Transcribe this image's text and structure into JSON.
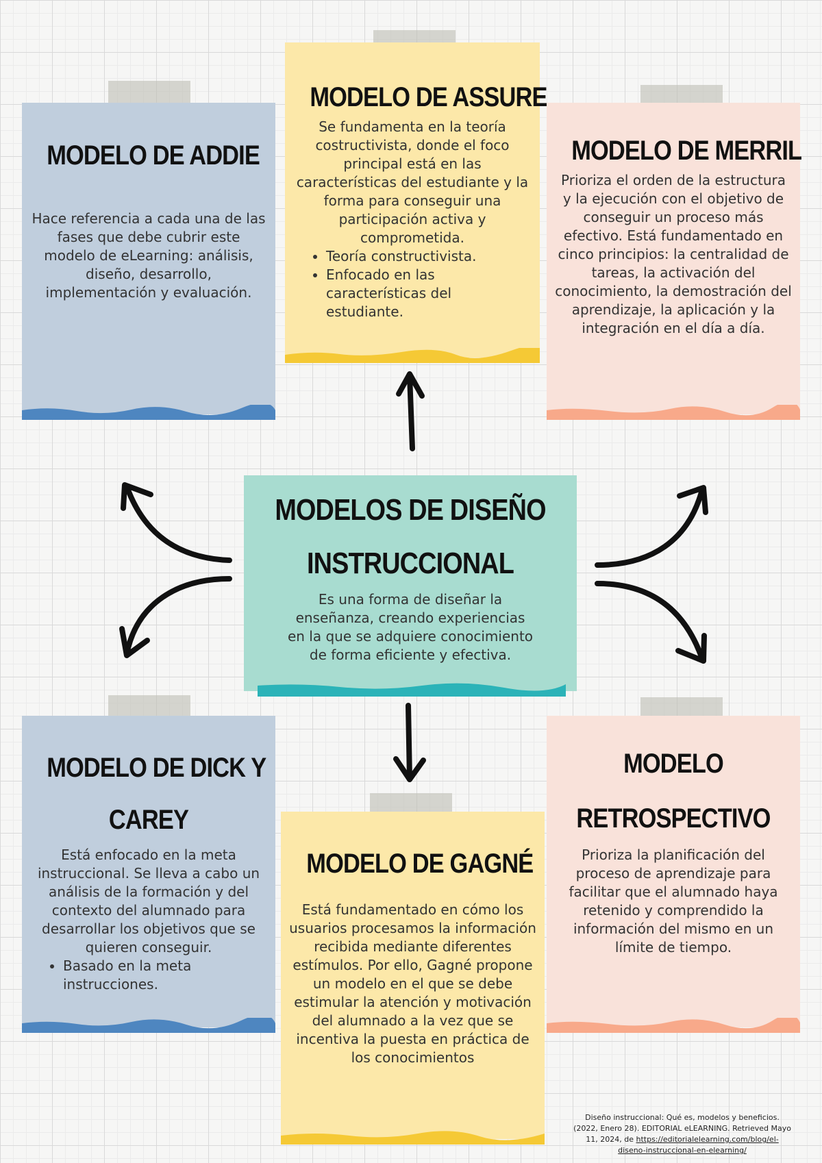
{
  "center": {
    "title": "MODELOS DE DISEÑO INSTRUCCIONAL",
    "text": "Es una forma de diseñar la enseñanza, creando experiencias en la que se adquiere conocimiento de forma eficiente y efectiva.",
    "color": "#a8dcd0"
  },
  "addie": {
    "title": "MODELO DE ADDIE",
    "text": "Hace referencia a cada una de las fases que debe cubrir este modelo de eLearning: análisis, diseño, desarrollo, implementación y evaluación.",
    "color": "#c0cedd"
  },
  "assure": {
    "title": "MODELO DE ASSURE",
    "text": "Se fundamenta en la teoría costructivista, donde el foco principal está en las características del estudiante y la forma para conseguir una participación activa y comprometida.",
    "bullets": [
      "Teoría constructivista.",
      "Enfocado en las características del estudiante."
    ],
    "color": "#fce8a9"
  },
  "merril": {
    "title": "MODELO DE MERRIL",
    "text": "Prioriza el orden de la estructura y la ejecución con el objetivo de conseguir un proceso más efectivo. Está fundamentado en cinco principios: la centralidad de tareas, la activación del conocimiento, la demostración del aprendizaje, la aplicación y la integración en el día a día.",
    "color": "#f9e2da"
  },
  "dick": {
    "title_1": "MODELO DE DICK Y",
    "title_2": "CAREY",
    "text": "Está enfocado en la meta instruccional. Se lleva a cabo un análisis de la formación y del contexto del alumnado para desarrollar los objetivos que se quieren conseguir.",
    "bullets": [
      "Basado en la meta instrucciones."
    ]
  },
  "gagne": {
    "title": "MODELO DE GAGNÉ",
    "text": "Está fundamentado en cómo los usuarios procesamos la información recibida mediante diferentes estímulos. Por ello, Gagné propone un modelo en el que se debe estimular la atención y motivación del alumnado a la vez que se incentiva la puesta en práctica de los conocimientos"
  },
  "retro": {
    "title_1": "MODELO",
    "title_2": "RETROSPECTIVO",
    "text": "Prioriza la planificación del proceso de aprendizaje para facilitar que el alumnado haya retenido y comprendido la información del mismo en un límite de tiempo."
  },
  "citation": {
    "text": "Diseño instruccional: Qué es, modelos y beneficios. (2022, Enero 28). EDITORIAL eLEARNING. Retrieved Mayo 11, 2024, de ",
    "link": "https://editorialelearning.com/blog/el-diseno-instruccional-en-elearning/"
  }
}
